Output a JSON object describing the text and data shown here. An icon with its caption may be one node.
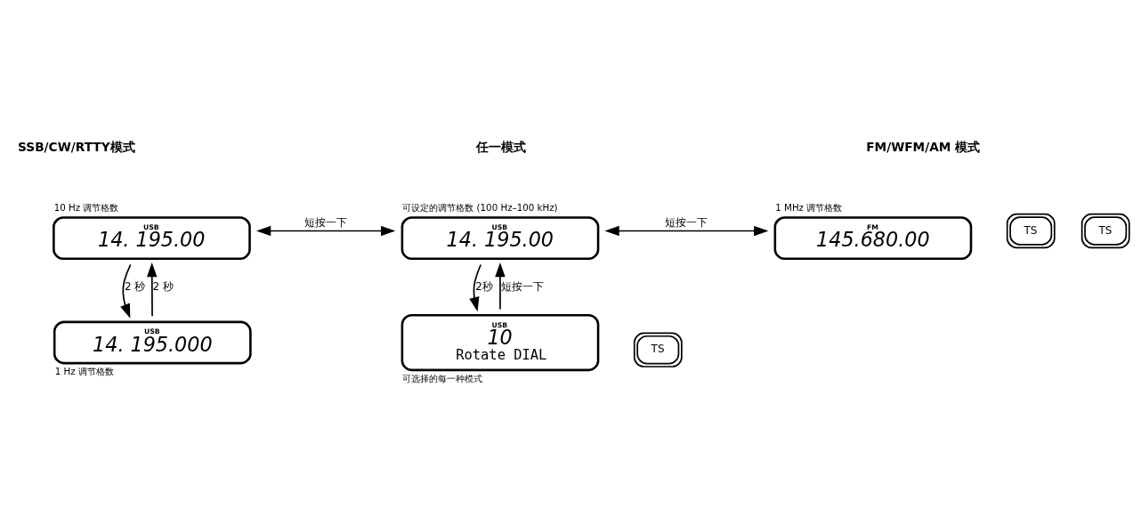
{
  "diagram": {
    "nodes": [
      {
        "text": [
          "USB",
          "14. 195.00"
        ],
        "beside": [
          "10 Hz 调节格数"
        ]
      },
      {
        "text": [
          "USB",
          "14. 195.00"
        ],
        "beside": [
          "可设定的调节格数 (100 Hz–100 kHz)"
        ]
      },
      {
        "text": [
          "FM",
          "145.680.00"
        ],
        "beside": [
          "1 MHz 调节格数"
        ]
      },
      {
        "text": [
          "USB",
          "14. 195.000"
        ],
        "beside": [
          "1 Hz 调节格数"
        ]
      },
      {
        "text": [
          "USB",
          "10",
          "Rotate DIAL"
        ],
        "beside": [
          "可选择的每一种模式"
        ]
      },
      {
        "text": [
          "TS"
        ]
      },
      {
        "text": [
          "TS"
        ]
      },
      {
        "text": [
          "TS"
        ]
      }
    ],
    "edges": [
      {
        "from": 3,
        "to": 0,
        "arrow": "to",
        "label": "2 秒"
      },
      {
        "from": 0,
        "to": 3,
        "arrow": "to",
        "label": "2 秒"
      },
      {
        "from": 0,
        "to": 1,
        "arrow": "both",
        "label": "短按一下"
      },
      {
        "from": 4,
        "to": 1,
        "arrow": "to",
        "label": "短按一下"
      },
      {
        "from": 1,
        "to": 4,
        "arrow": "to",
        "label": "2秒"
      },
      {
        "from": 1,
        "to": 2,
        "arrow": "both",
        "label": "短按一下"
      }
    ],
    "labels": [
      "SSB/CW/RTTY模式",
      "任一模式",
      "FM/WFM/AM 模式"
    ]
  }
}
